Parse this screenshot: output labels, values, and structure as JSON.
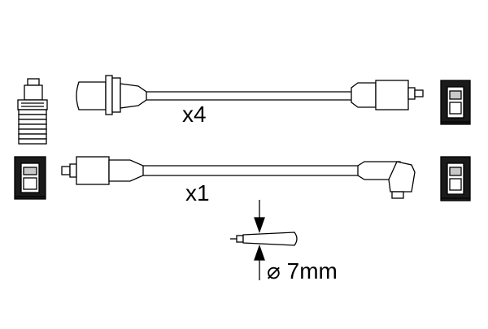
{
  "labels": {
    "cable_set_a_quantity": "x4",
    "cable_set_b_quantity": "x1",
    "diameter_label": "⌀ 7mm"
  },
  "colors": {
    "line": "#000000",
    "fill_light": "#ffffff",
    "fill_gray": "#c8c8c8",
    "fill_dark": "#1a1a1a"
  }
}
